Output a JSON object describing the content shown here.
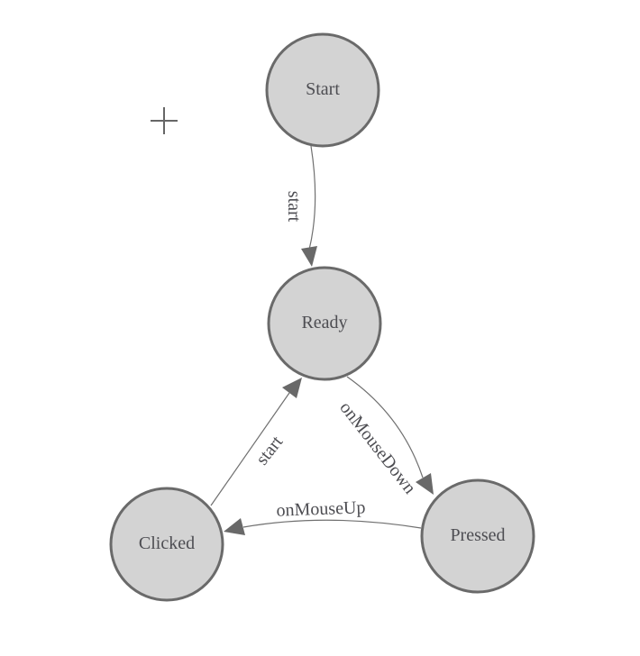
{
  "diagram": {
    "kind": "state-machine",
    "colors": {
      "background": "#ffffff",
      "node_fill": "#d3d3d3",
      "node_stroke": "#6a6a6a",
      "edge_stroke": "#707070",
      "arrow_fill": "#696969",
      "label_text": "#4d4d52"
    },
    "icons": {
      "crosshair_icon": "+",
      "arrowhead_icon": "▶"
    },
    "nodes": [
      {
        "id": "start",
        "label": "Start"
      },
      {
        "id": "ready",
        "label": "Ready"
      },
      {
        "id": "clicked",
        "label": "Clicked"
      },
      {
        "id": "pressed",
        "label": "Pressed"
      }
    ],
    "edges": [
      {
        "from": "Start",
        "to": "Ready",
        "label": "start"
      },
      {
        "from": "Clicked",
        "to": "Ready",
        "label": "start"
      },
      {
        "from": "Ready",
        "to": "Pressed",
        "label": "onMouseDown"
      },
      {
        "from": "Pressed",
        "to": "Clicked",
        "label": "onMouseUp"
      }
    ]
  }
}
